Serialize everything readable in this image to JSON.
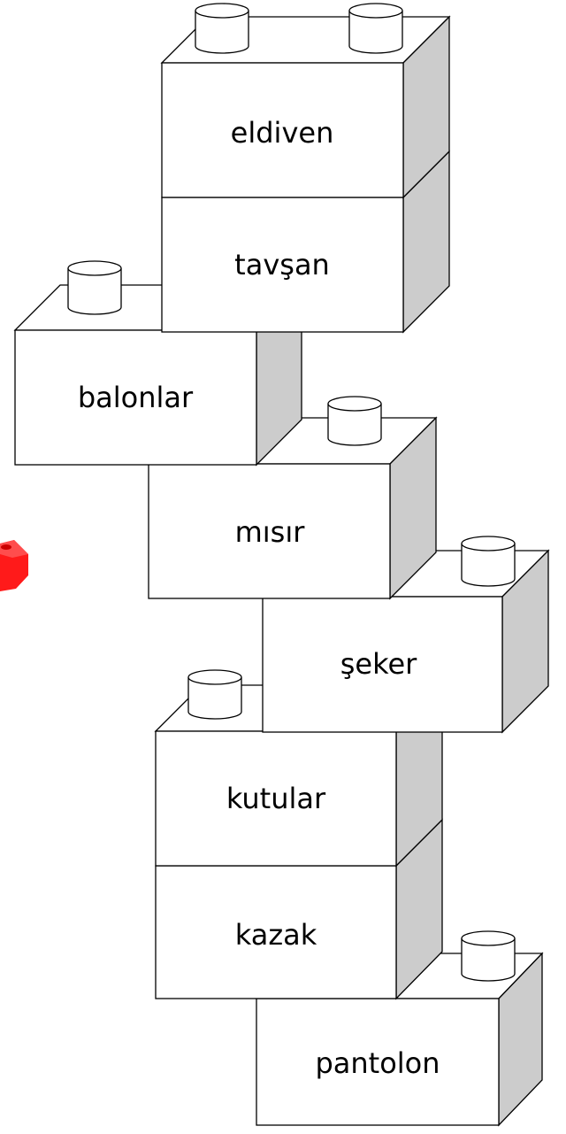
{
  "colors": {
    "brick_front": "#ffffff",
    "brick_side": "#cccccc",
    "outline": "#000000",
    "red_piece": "#ff1a1a"
  },
  "bricks": [
    {
      "label": "pantolon"
    },
    {
      "label": "kazak"
    },
    {
      "label": "kutular"
    },
    {
      "label": "şeker"
    },
    {
      "label": "mısır"
    },
    {
      "label": "balonlar"
    },
    {
      "label": "tavşan"
    },
    {
      "label": "eldiven"
    }
  ]
}
